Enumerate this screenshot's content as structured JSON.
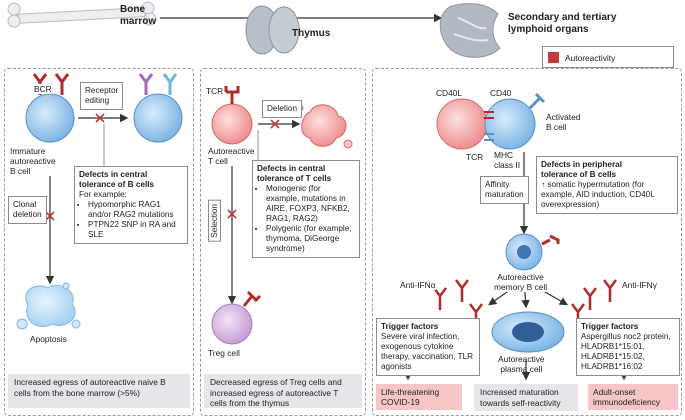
{
  "header": {
    "bone_marrow": "Bone\nmarrow",
    "thymus": "Thymus",
    "secondary": "Secondary and tertiary\nlymphoid organs"
  },
  "legend": {
    "label": "Autoreactivity",
    "color": "#c43a3a"
  },
  "panel1": {
    "bcr": "BCR",
    "receptor_editing": "Receptor\nediting",
    "immature": "Immature\nautoreactive\nB cell",
    "clonal_deletion": "Clonal\ndeletion",
    "defects_title": "Defects in central\ntolerance of B cells",
    "defects_intro": "For example:",
    "defects_items": [
      "Hypomorphic RAG1 and/or RAG2 mutations",
      "PTPN22 SNP in RA and SLE"
    ],
    "apoptosis": "Apoptosis",
    "footer": "Increased egress of autoreactive naive B cells from the bone marrow (>5%)"
  },
  "panel2": {
    "tcr": "TCR",
    "deletion": "Deletion",
    "autoreactive_t": "Autoreactive\nT cell",
    "selection": "Selection",
    "defects_title": "Defects in central\ntolerance of T cells",
    "defects_items": [
      "Monogenic (for example, mutations in AIRE, FOXP3, NFKB2, RAG1, RAG2)",
      "Polygenic (for example, thymoma, DiGeorge syndrome)"
    ],
    "treg": "Treg cell",
    "footer": "Decreased egress of Treg cells and increased egress of autoreactive T cells from the thymus"
  },
  "panel3": {
    "cd40l": "CD40L",
    "cd40": "CD40",
    "activated": "Activated\nB cell",
    "tcr": "TCR",
    "mhc": "MHC\nclass II",
    "affinity": "Affinity\nmaturation",
    "defects_title": "Defects in peripheral\ntolerance of B cells",
    "defects_body": "↑ somatic hypermutation (for example, AID induction, CD40L overexpression)",
    "memory": "Autoreactive\nmemory B cell",
    "anti_ifna": "Anti-IFNα",
    "anti_ifng": "Anti-IFNγ",
    "trigger_left_title": "Trigger factors",
    "trigger_left_body": "Severe viral infection, exogenous cytokine therapy, vaccination, TLR agonists",
    "plasma": "Autoreactive\nplasma cell",
    "trigger_right_title": "Trigger factors",
    "trigger_right_body": "Aspergillus noc2 protein, HLADRB1*15:01, HLADRB1*15:02, HLADRB1*16:02",
    "outcome_left": "Life-threatening\nCOVID-19",
    "outcome_mid": "Increased maturation\ntowards self-reactivity",
    "outcome_right": "Adult-onset\nimmunodeficiency"
  }
}
